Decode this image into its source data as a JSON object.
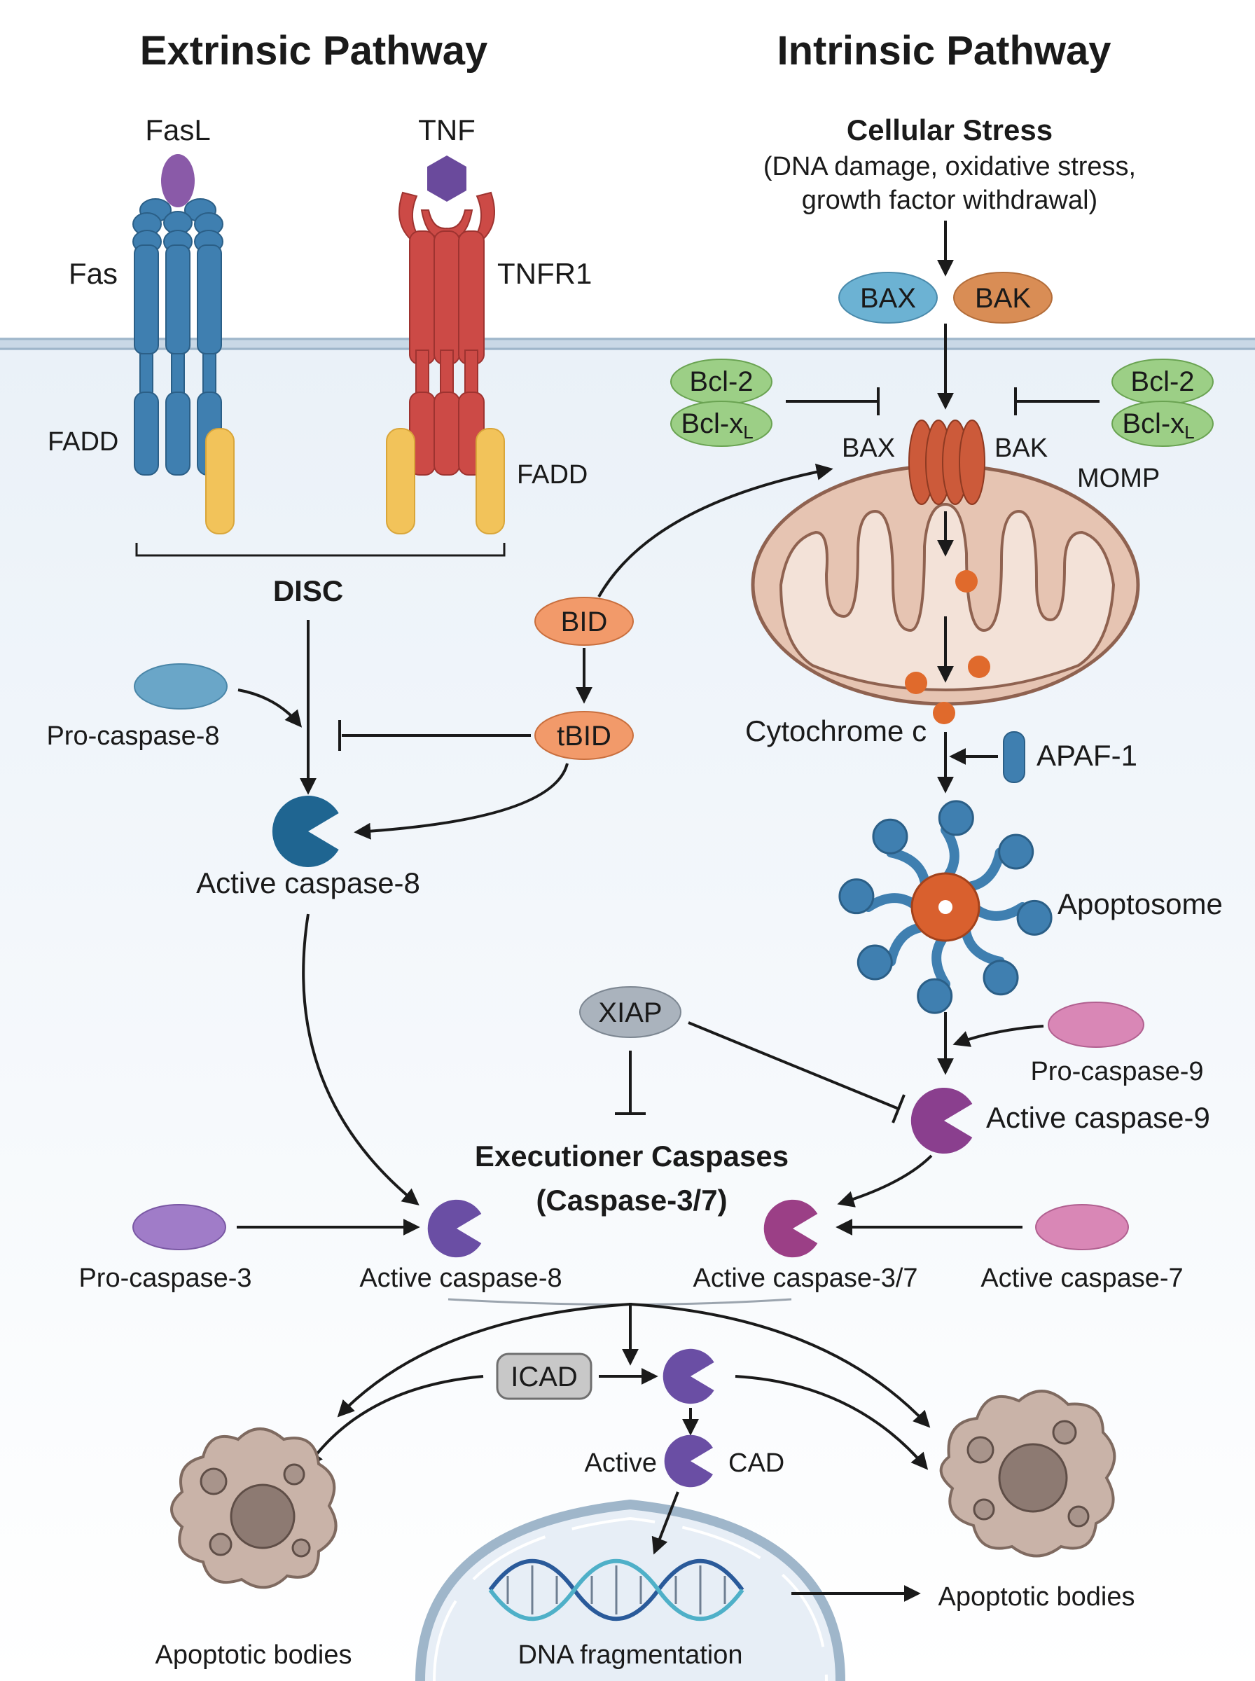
{
  "titles": {
    "extrinsic": "Extrinsic Pathway",
    "intrinsic": "Intrinsic Pathway"
  },
  "receptors": {
    "fasl": "FasL",
    "fas": "Fas",
    "fadd_left": "FADD",
    "tnf": "TNF",
    "tnfr1": "TNFR1",
    "fadd_right": "FADD",
    "disc": "DISC"
  },
  "stress": {
    "title": "Cellular Stress",
    "line1": "(DNA damage, oxidative stress,",
    "line2": "growth factor withdrawal)"
  },
  "proteins": {
    "bax": "BAX",
    "bak": "BAK",
    "bcl2": "Bcl-2",
    "bclxl_base": "Bcl-x",
    "bclxl_sub": "L",
    "bax_pore": "BAX",
    "bak_pore": "BAK",
    "momp": "MOMP",
    "bid": "BID",
    "tbid": "tBID",
    "cytochrome": "Cytochrome c",
    "apaf1": "APAF-1",
    "apoptosome": "Apoptosome",
    "xiap": "XIAP"
  },
  "caspases": {
    "pro8": "Pro-caspase-8",
    "active8": "Active caspase-8",
    "pro9": "Pro-caspase-9",
    "active9": "Active caspase-9",
    "exec_title1": "Executioner Caspases",
    "exec_title2": "(Caspase-3/7)",
    "pro3": "Pro-caspase-3",
    "active8_bottom": "Active caspase-8",
    "active37": "Active caspase-3/7",
    "active7": "Active caspase-7"
  },
  "downstream": {
    "icad": "ICAD",
    "active": "Active",
    "cad": "CAD",
    "apoptotic_left": "Apoptotic bodies",
    "apoptotic_right": "Apoptotic bodies",
    "dna": "DNA fragmentation"
  },
  "colors": {
    "fas_blue": "#3f7fb0",
    "tnfr_red": "#cc4a46",
    "fadd_yellow": "#f2c35a",
    "ligand_purple": "#8a5aa8",
    "bcl_green": "#9ccf86",
    "bax_blue": "#6cb2d3",
    "bak_orange": "#d98d55",
    "bid_orange": "#f29a6a",
    "mito": "#e6c4b2",
    "caspase_purple": "#7a4d9c",
    "magenta": "#9b3f86",
    "xiap_grey": "#aab3bd",
    "membrane": "#b7cbdc"
  }
}
